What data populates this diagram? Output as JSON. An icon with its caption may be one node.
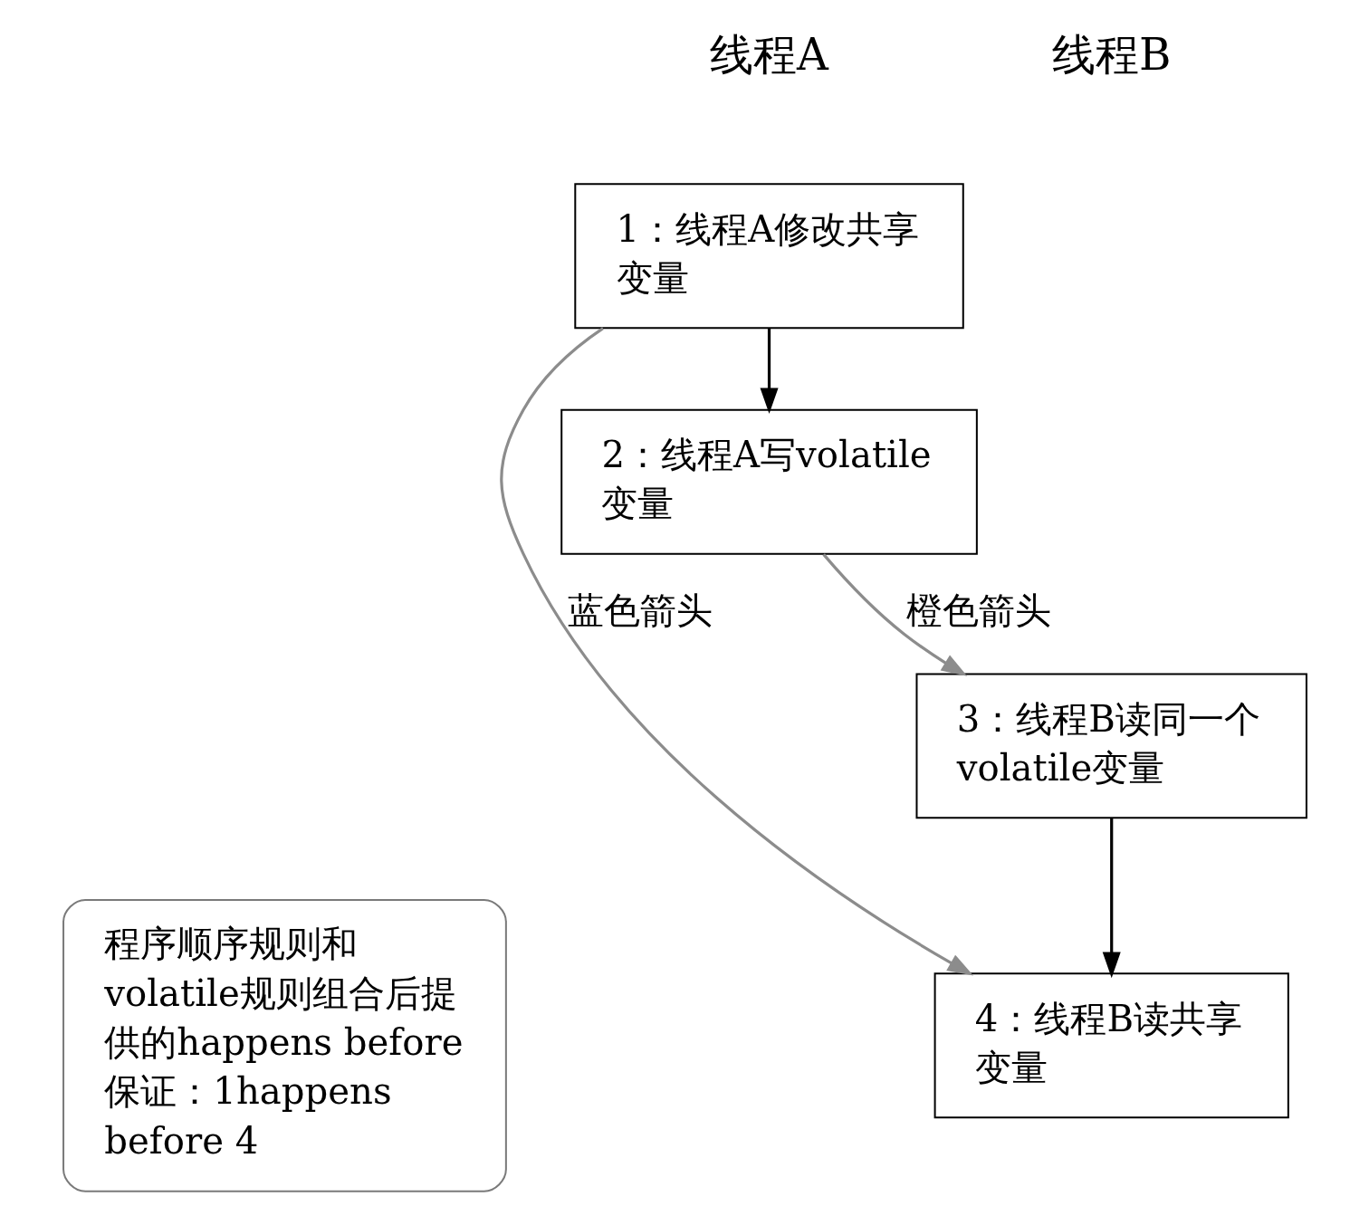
{
  "diagram": {
    "nodes": [
      {
        "text": [
          "1：线程A修改共享变量"
        ]
      },
      {
        "text": [
          "2：线程A写volatile变量"
        ]
      },
      {
        "text": [
          "3：线程B读同一个volatile变量"
        ]
      },
      {
        "text": [
          "4：线程B读共享变量"
        ]
      },
      {
        "text": [
          "程序顺序规则和volatile规则组合后提供的happens before保证：1happens before 4"
        ]
      }
    ],
    "edges": [
      {
        "from": 0,
        "to": 1,
        "arrow": "to"
      },
      {
        "from": 1,
        "to": 2,
        "arrow": "to",
        "label": "橙色箭头",
        "color": "#8c8c8c"
      },
      {
        "from": 2,
        "to": 3,
        "arrow": "to"
      },
      {
        "from": 0,
        "to": 3,
        "arrow": "to",
        "label": "蓝色箭头",
        "color": "#8c8c8c"
      }
    ],
    "labels": [
      "线程A",
      "线程B"
    ]
  }
}
